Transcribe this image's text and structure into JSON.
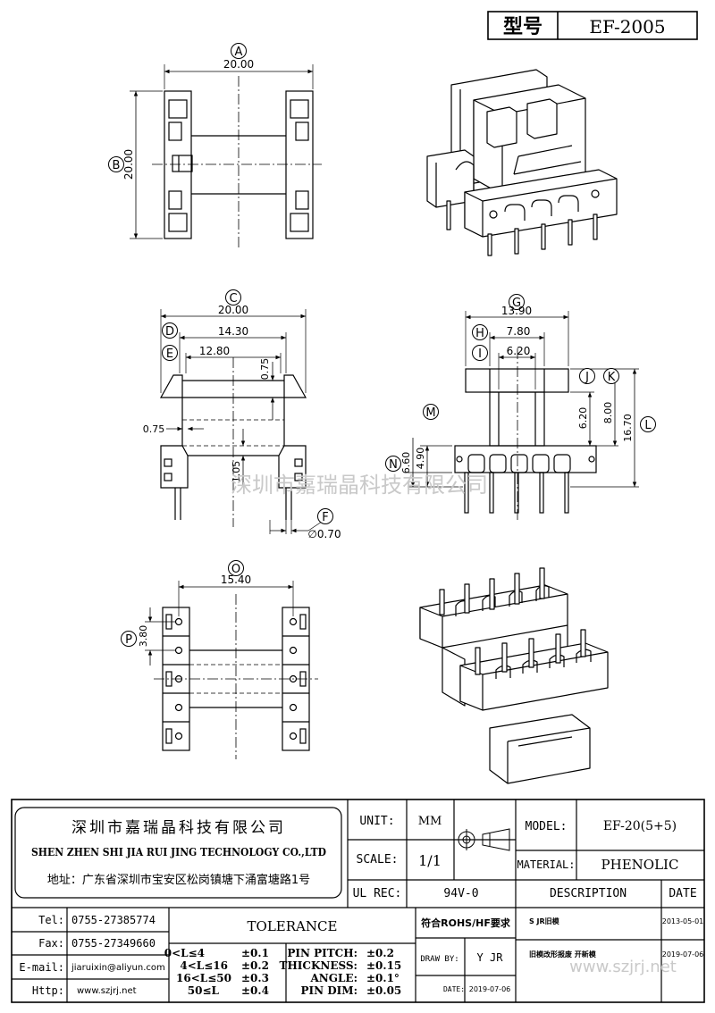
{
  "header": {
    "type_label": "型号",
    "model_code": "EF-2005"
  },
  "dimension_balloons": {
    "A": {
      "letter": "A",
      "value": "20.00"
    },
    "B": {
      "letter": "B",
      "value": "20.00"
    },
    "C": {
      "letter": "C",
      "value": "20.00"
    },
    "D": {
      "letter": "D",
      "value": "14.30"
    },
    "E": {
      "letter": "E",
      "value": "12.80"
    },
    "F": {
      "letter": "F",
      "value": "∅0.70"
    },
    "G": {
      "letter": "G",
      "value": "13.90"
    },
    "H": {
      "letter": "H",
      "value": "7.80"
    },
    "I": {
      "letter": "I",
      "value": "6.20"
    },
    "J": {
      "letter": "J",
      "value": "6.20"
    },
    "K": {
      "letter": "K",
      "value": "8.00"
    },
    "L": {
      "letter": "L",
      "value": "16.70"
    },
    "M": {
      "letter": "M",
      "value": "4.90"
    },
    "N": {
      "letter": "N",
      "value": "6.60"
    },
    "O": {
      "letter": "O",
      "value": "15.40"
    },
    "P": {
      "letter": "P",
      "value": "3.80"
    }
  },
  "extra_dims": {
    "wall_top": "0.75",
    "wall_side": "0.75",
    "inner_height": "1.05"
  },
  "watermark": "深圳市嘉瑞晶科技有限公司",
  "title_block": {
    "company_cn": "深圳市嘉瑞晶科技有限公司",
    "company_en": "SHEN ZHEN SHI  JIA RUI JING  TECHNOLOGY CO.,LTD",
    "address": "地址：广东省深圳市宝安区松岗镇塘下涌富塘路1号",
    "unit_label": "UNIT:",
    "unit_value": "MM",
    "scale_label": "SCALE:",
    "scale_value": "1/1",
    "ul_label": "UL REC:",
    "ul_value": "94V-0",
    "model_label": "MODEL:",
    "model_value": "EF-20(5+5)",
    "material_label": "MATERIAL:",
    "material_value": "PHENOLIC",
    "description_label": "DESCRIPTION",
    "date_label": "DATE",
    "contacts": [
      {
        "label": "Tel:",
        "value": "0755-27385774"
      },
      {
        "label": "Fax:",
        "value": "0755-27349660"
      },
      {
        "label": "E-mail:",
        "value": "jiaruixin@aliyun.com"
      },
      {
        "label": "Http:",
        "value": "www.szjrj.net"
      }
    ],
    "tolerance_title": "TOLERANCE",
    "tolerances": [
      {
        "range": "0<L≤4",
        "value": "±0.1"
      },
      {
        "range": "4<L≤16",
        "value": "±0.2"
      },
      {
        "range": "16<L≤50",
        "value": "±0.3"
      },
      {
        "range": "50≤L",
        "value": "±0.4"
      }
    ],
    "pin_specs": [
      {
        "label": "PIN PITCH:",
        "value": "±0.2"
      },
      {
        "label": "THICKNESS:",
        "value": "±0.15"
      },
      {
        "label": "ANGLE:",
        "value": "±0.1°"
      },
      {
        "label": "PIN DIM:",
        "value": "±0.05"
      }
    ],
    "rohs": "符合ROHS/HF要求",
    "draw_by_label": "DRAW BY:",
    "draw_by_value": "Y JR",
    "date_field_label": "DATE:",
    "date_field_value": "2019-07-06",
    "revisions": [
      {
        "desc": "S JR旧模",
        "date": "2013-05-01"
      },
      {
        "desc": "旧模改形报废  开新模",
        "date": "2019-07-06"
      }
    ],
    "website_watermark": "www.szjrj.net"
  }
}
